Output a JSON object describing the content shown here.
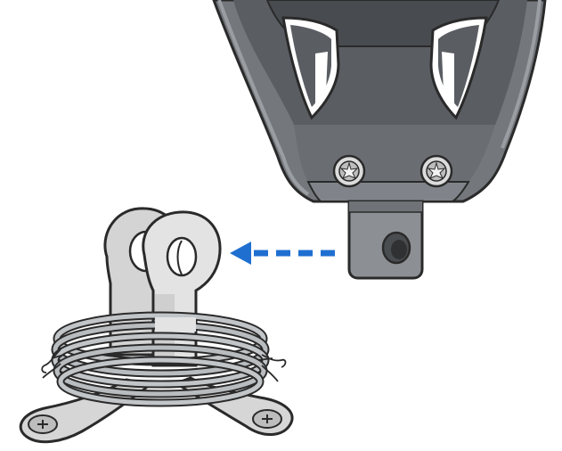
{
  "illustration": {
    "upper_part": "pulley-block-housing",
    "lower_part": "shackle-base-with-wire-coil",
    "action": "attach-block-stem-to-shackle",
    "arrow_direction": "left"
  },
  "colors": {
    "housing_dark": "#5a5e63",
    "housing_mid": "#74787d",
    "housing_light": "#a5a9ad",
    "stem": "#8c8f93",
    "shackle_light": "#e3e3e3",
    "shackle_shadow": "#bfbfbf",
    "wire": "#b9bcbf",
    "arrow": "#1f6fd1",
    "outline": "#2a2a2a"
  }
}
